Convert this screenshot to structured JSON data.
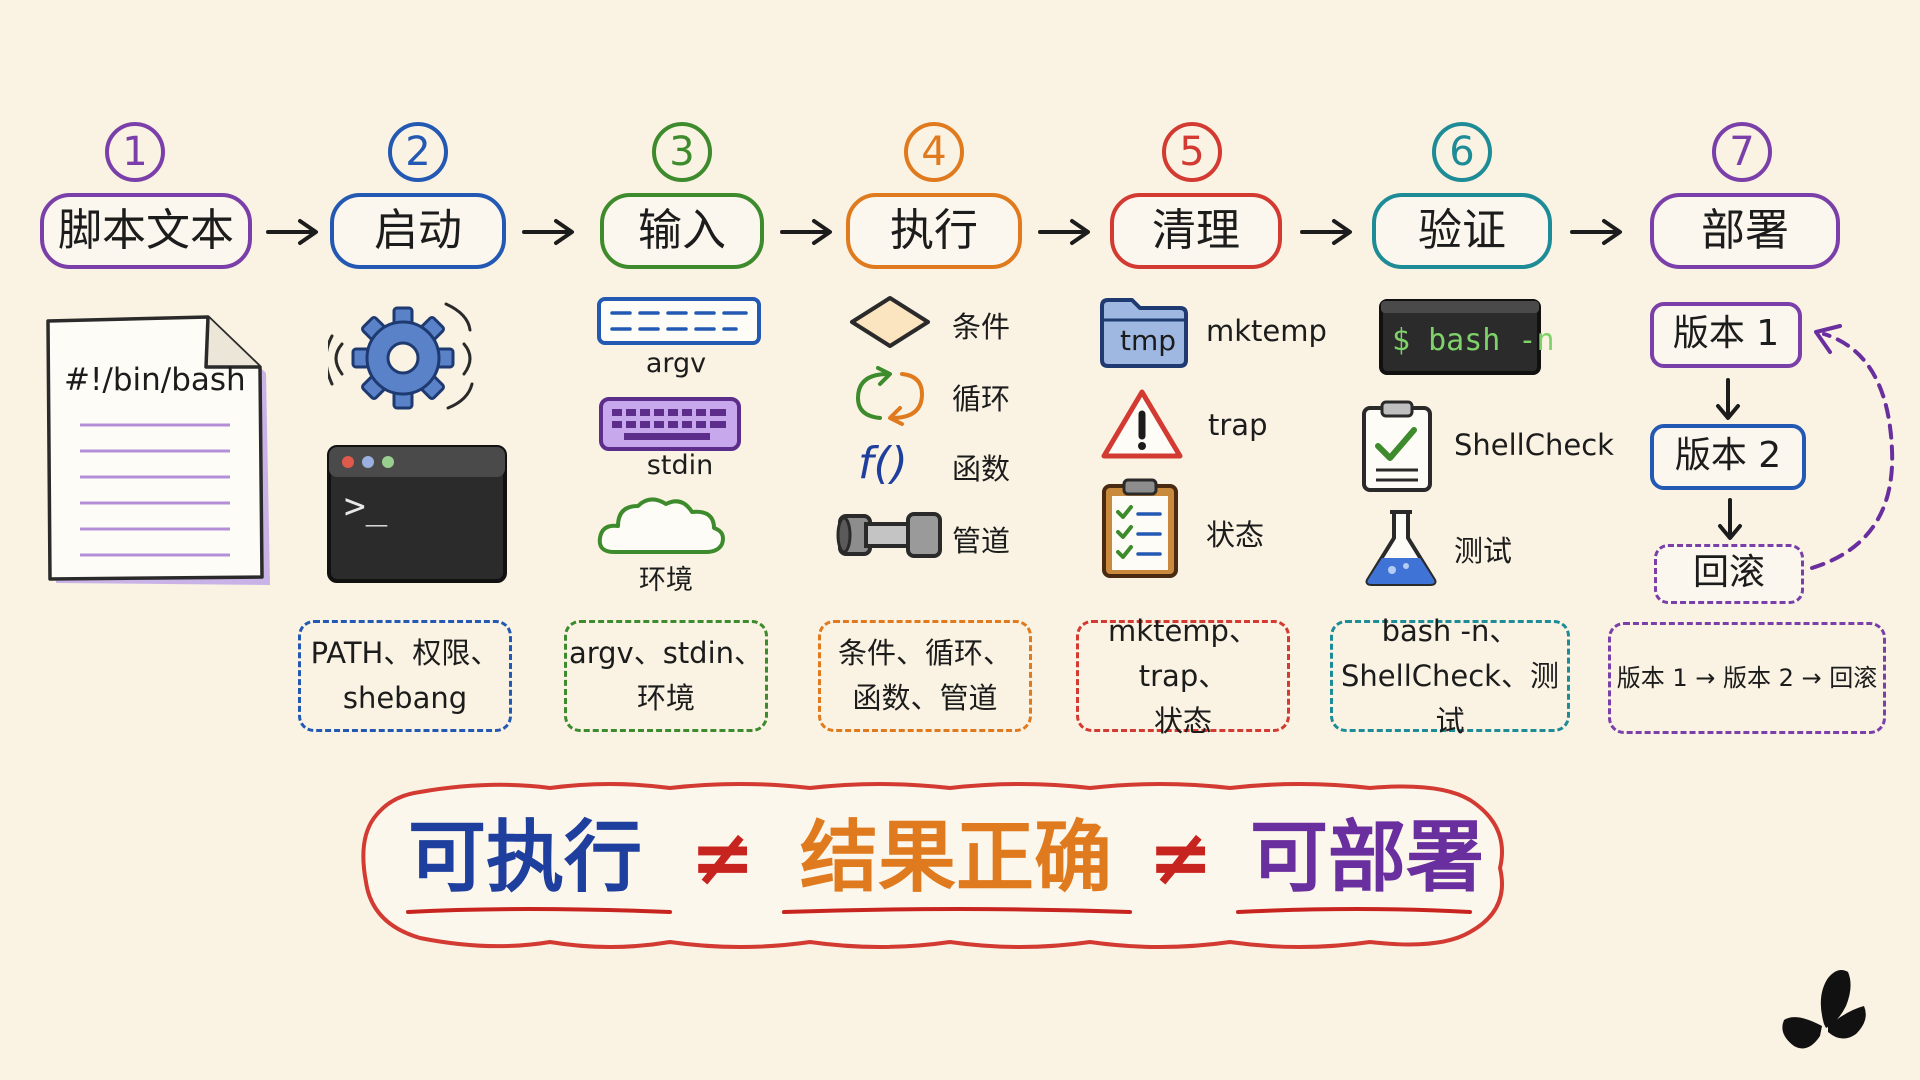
{
  "steps": [
    {
      "number": "1",
      "title": "脚本文本",
      "color": "#7a3fa8"
    },
    {
      "number": "2",
      "title": "启动",
      "color": "#2459b3"
    },
    {
      "number": "3",
      "title": "输入",
      "color": "#3d8b2c"
    },
    {
      "number": "4",
      "title": "执行",
      "color": "#e07a1e"
    },
    {
      "number": "5",
      "title": "清理",
      "color": "#d23a32"
    },
    {
      "number": "6",
      "title": "验证",
      "color": "#1e8c96"
    },
    {
      "number": "7",
      "title": "部署",
      "color": "#7a3fa8"
    }
  ],
  "script_doc": {
    "shebang": "#!/bin/bash"
  },
  "launch": {
    "terminal_prompt": ">_"
  },
  "input": {
    "items": [
      "argv",
      "stdin",
      "环境"
    ]
  },
  "exec": {
    "items": [
      "条件",
      "循环",
      "函数",
      "管道"
    ],
    "function_symbol": "f()"
  },
  "cleanup": {
    "items": [
      "mktemp",
      "trap",
      "状态"
    ],
    "folder_label": "tmp"
  },
  "verify": {
    "terminal_command": "$ bash -n",
    "items": [
      "ShellCheck",
      "测试"
    ]
  },
  "deploy": {
    "versions": [
      "版本 1",
      "版本 2",
      "回滚"
    ]
  },
  "notes": [
    {
      "line1": "PATH、权限、",
      "line2": "shebang",
      "color": "#2459b3"
    },
    {
      "line1": "argv、stdin、",
      "line2": "环境",
      "color": "#3d8b2c"
    },
    {
      "line1": "条件、循环、",
      "line2": "函数、管道",
      "color": "#e07a1e"
    },
    {
      "line1": "mktemp、trap、",
      "line2": "状态",
      "color": "#d23a32"
    },
    {
      "line1": "bash -n、",
      "line2": "ShellCheck、测试",
      "color": "#1e8c96"
    },
    {
      "line1": "版本 1 → 版本 2 → 回滚",
      "line2": "",
      "color": "#7a3fa8"
    }
  ],
  "summary": {
    "part1": "可执行",
    "neq1": "≠",
    "part2": "结果正确",
    "neq2": "≠",
    "part3": "可部署",
    "colors": {
      "part1": "#1f3f9e",
      "neq": "#c8241f",
      "part2": "#e07a1e",
      "part3": "#6a2f9e",
      "frame": "#d23a32"
    }
  }
}
